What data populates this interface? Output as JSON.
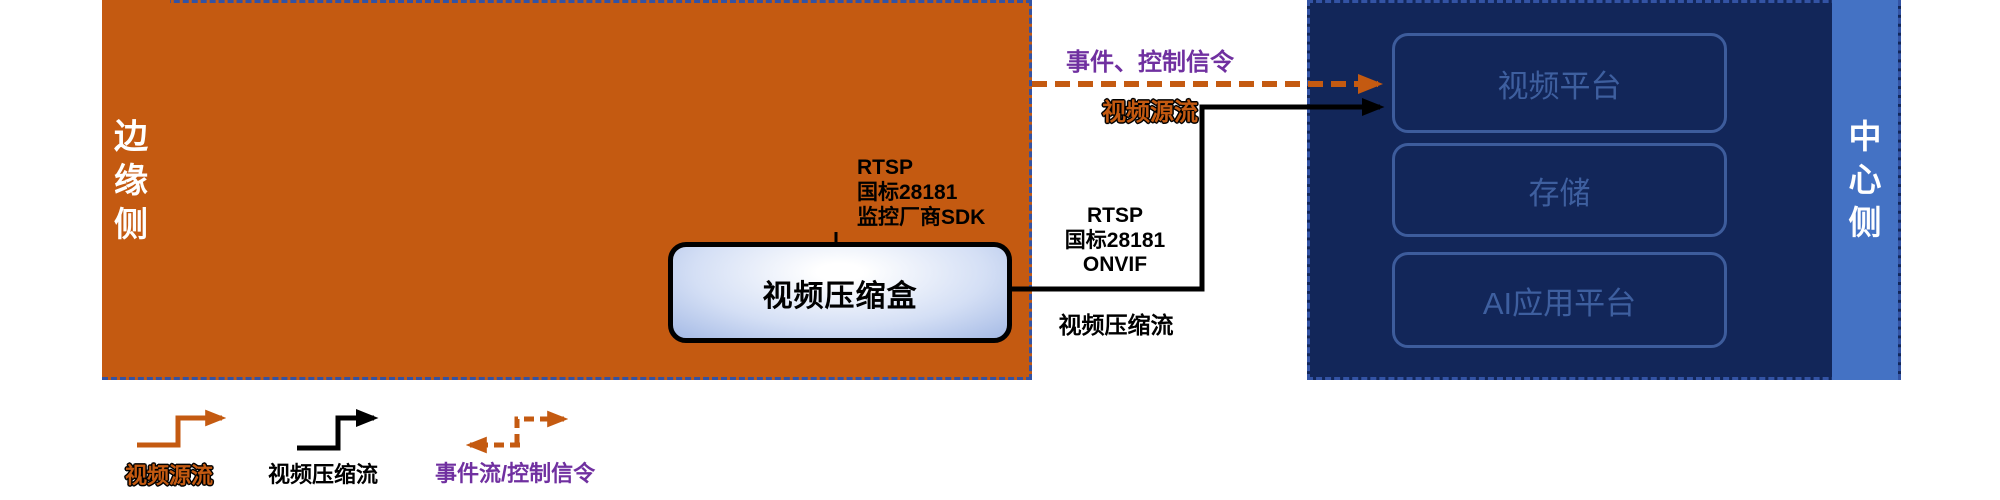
{
  "colors": {
    "orange": "#C45A11",
    "navy": "#122659",
    "panelBlue": "#4472C4",
    "boxBorder": "#3D5C9C",
    "boxText": "#3E5F9F",
    "purple": "#7030A0",
    "dashBorder": "#3353A4",
    "lineBlack": "#000000"
  },
  "edge_panel": {
    "label": "边缘侧"
  },
  "compression_box": {
    "label": "视频压缩盒"
  },
  "protocol_labels": {
    "left": {
      "line1": "RTSP",
      "line2": "国标28181",
      "line3": "监控厂商SDK"
    },
    "right": {
      "line1": "RTSP",
      "line2": "国标28181",
      "line3": "ONVIF"
    }
  },
  "flow_labels": {
    "event_control": "事件、控制信令",
    "video_source": "视频源流",
    "video_compressed": "视频压缩流"
  },
  "center_panel": {
    "label": "中心侧",
    "boxes": [
      {
        "label": "视频平台"
      },
      {
        "label": "存储"
      },
      {
        "label": "AI应用平台"
      }
    ]
  },
  "legend": {
    "items": [
      {
        "label": "视频源流",
        "style": "solid",
        "color": "orange"
      },
      {
        "label": "视频压缩流",
        "style": "solid",
        "color": "black"
      },
      {
        "label": "事件流/控制信令",
        "style": "dashed",
        "color": "orange"
      }
    ]
  }
}
